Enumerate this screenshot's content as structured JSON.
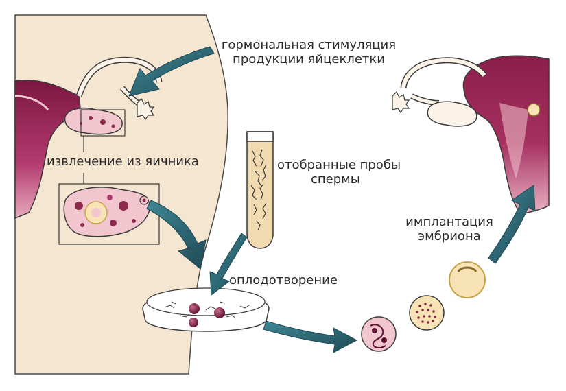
{
  "labels": {
    "hormonal_line1": "гормональная стимуляция",
    "hormonal_line2": "продукции яйцеклетки",
    "extraction": "извлечение из яичника",
    "sperm_line1": "отобранные пробы",
    "sperm_line2": "спермы",
    "fertilization": "оплодотворение",
    "implant_line1": "имплантация",
    "implant_line2": "эмбриона"
  },
  "colors": {
    "body_fill": "#f5e6d2",
    "uterus_magenta": "#a0285e",
    "uterus_dark": "#5c1030",
    "tissue_pink": "#f2c6cf",
    "arrow_teal": "#2f6e7a",
    "arrow_dark": "#1f4a55",
    "outline": "#3a3a3a",
    "egg_purple": "#8c2a4e",
    "embryo_cream": "#f7e3b5",
    "sperm_fluid": "#f1d9b0"
  }
}
